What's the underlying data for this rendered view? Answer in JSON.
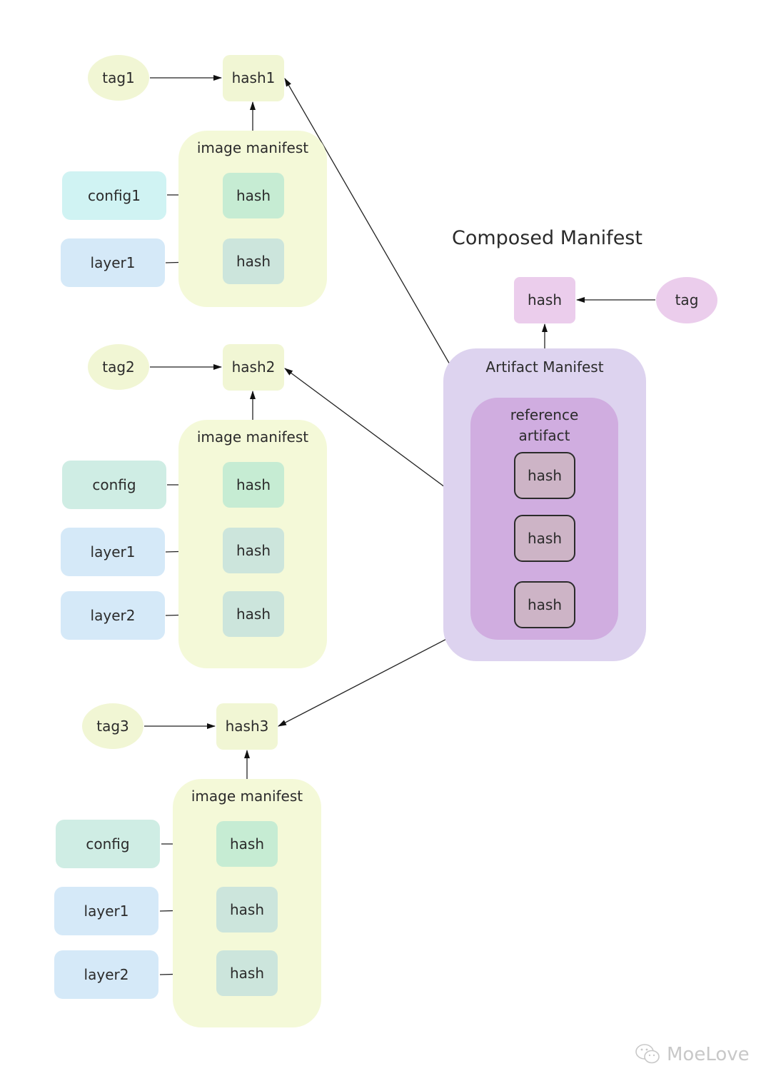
{
  "title": "Composed Manifest",
  "image_groups": [
    {
      "tag": "tag1",
      "top_hash": "hash1",
      "manifest_label": "image manifest",
      "items": [
        {
          "label": "config1",
          "kind": "config",
          "hash": "hash"
        },
        {
          "label": "layer1",
          "kind": "layer",
          "hash": "hash"
        }
      ]
    },
    {
      "tag": "tag2",
      "top_hash": "hash2",
      "manifest_label": "image manifest",
      "items": [
        {
          "label": "config",
          "kind": "config",
          "hash": "hash"
        },
        {
          "label": "layer1",
          "kind": "layer",
          "hash": "hash"
        },
        {
          "label": "layer2",
          "kind": "layer",
          "hash": "hash"
        }
      ]
    },
    {
      "tag": "tag3",
      "top_hash": "hash3",
      "manifest_label": "image manifest",
      "items": [
        {
          "label": "config",
          "kind": "config",
          "hash": "hash"
        },
        {
          "label": "layer1",
          "kind": "layer",
          "hash": "hash"
        },
        {
          "label": "layer2",
          "kind": "layer",
          "hash": "hash"
        }
      ]
    }
  ],
  "artifact": {
    "hash": "hash",
    "tag": "tag",
    "manifest_label": "Artifact Manifest",
    "reference_label": "reference artifact",
    "references": [
      {
        "hash": "hash",
        "points_to": "hash1"
      },
      {
        "hash": "hash",
        "points_to": "hash2"
      },
      {
        "hash": "hash",
        "points_to": "hash3"
      }
    ]
  },
  "watermark": "MoeLove",
  "colors": {
    "image_yellow": "#f4f9d8",
    "config_cyan": "#d0f3f3",
    "config_teal": "#cfede4",
    "layer_blue": "#d5e9f8",
    "hash_green": "#c6ecd3",
    "hash_teal": "#cce5dc",
    "artifact_outer": "#ddd3ef",
    "artifact_inner": "#d0ade0",
    "reference_hash": "#cdb4c6",
    "composed_pink": "#ebcdec"
  }
}
